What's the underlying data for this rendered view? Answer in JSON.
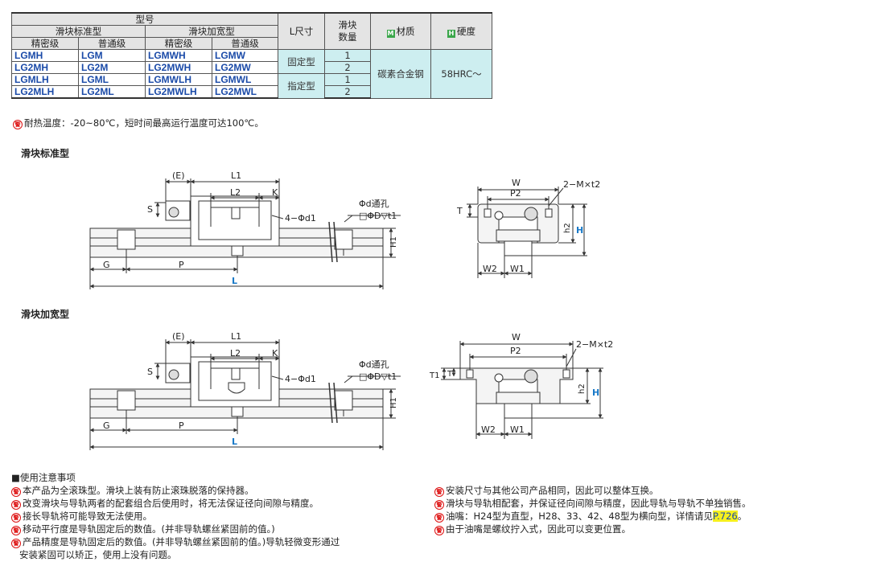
{
  "table": {
    "h_model": "型号",
    "h_standard": "滑块标准型",
    "h_wide": "滑块加宽型",
    "h_precision": "精密级",
    "h_normal": "普通级",
    "h_l_size": "L尺寸",
    "h_qty": "滑块\n数量",
    "h_material_badge": "M",
    "h_material": "材质",
    "h_hardness_badge": "H",
    "h_hardness": "硬度",
    "rows": [
      [
        "LGMH",
        "LGM",
        "LGMWH",
        "LGMW"
      ],
      [
        "LG2MH",
        "LG2M",
        "LG2MWH",
        "LG2MW"
      ],
      [
        "LGMLH",
        "LGML",
        "LGMWLH",
        "LGMWL"
      ],
      [
        "LG2MLH",
        "LG2ML",
        "LG2MWLH",
        "LG2MWL"
      ]
    ],
    "l_fixed": "固定型",
    "l_specified": "指定型",
    "qty": [
      "1",
      "2",
      "1",
      "2"
    ],
    "material": "碳素合金钢",
    "hardness": "58HRC～"
  },
  "heat_note": "耐热温度：-20~80℃，短时间最高运行温度可达100℃。",
  "note_icon": "警",
  "sections": {
    "standard": "滑块标准型",
    "wide": "滑块加宽型"
  },
  "dims": {
    "E": "(E)",
    "L1": "L1",
    "L2": "L2",
    "K": "K",
    "S": "S",
    "phi_d1": "4−Φd1",
    "phi_d_hole": "Φd通孔",
    "phi_D": "□ΦD▽t1",
    "H1": "H1",
    "G": "G",
    "P": "P",
    "L": "L",
    "W": "W",
    "P2": "P2",
    "M_t2": "2−M×t2",
    "T": "T",
    "T1": "T1",
    "h2": "h2",
    "H": "H",
    "W2": "W2",
    "W1": "W1"
  },
  "usage": {
    "title": "■使用注意事项",
    "left": [
      "本产品为全滚珠型。滑块上装有防止滚珠脱落的保持器。",
      "改变滑块与导轨两者的配套组合后使用时，将无法保证径向间隙与精度。",
      "接长导轨将可能导致无法使用。",
      "移动平行度是导轨固定后的数值。(并非导轨螺丝紧固前的值。)",
      "产品精度是导轨固定后的数值。(并非导轨螺丝紧固前的值。)导轨轻微变形通过",
      "安装紧固可以矫正，使用上没有问题。"
    ],
    "right": [
      "安装尺寸与其他公司产品相同，因此可以整体互换。",
      "滑块与导轨相配套，并保证径向间隙与精度，因此导轨与导轨不单独销售。",
      "油嘴：H24型为直型，H28、33、42、48型为横向型，详情请见",
      "由于油嘴是螺纹拧入式，因此可以变更位置。"
    ],
    "page_ref": "P.726",
    "period": "。"
  },
  "colors": {
    "code_blue": "#1a4aa8",
    "header_gray": "#e4e4e4",
    "teal": "#cdeef0",
    "badge_green": "#3aa64a",
    "dim_blue": "#1a7ac8",
    "highlight": "#f6f01e"
  }
}
